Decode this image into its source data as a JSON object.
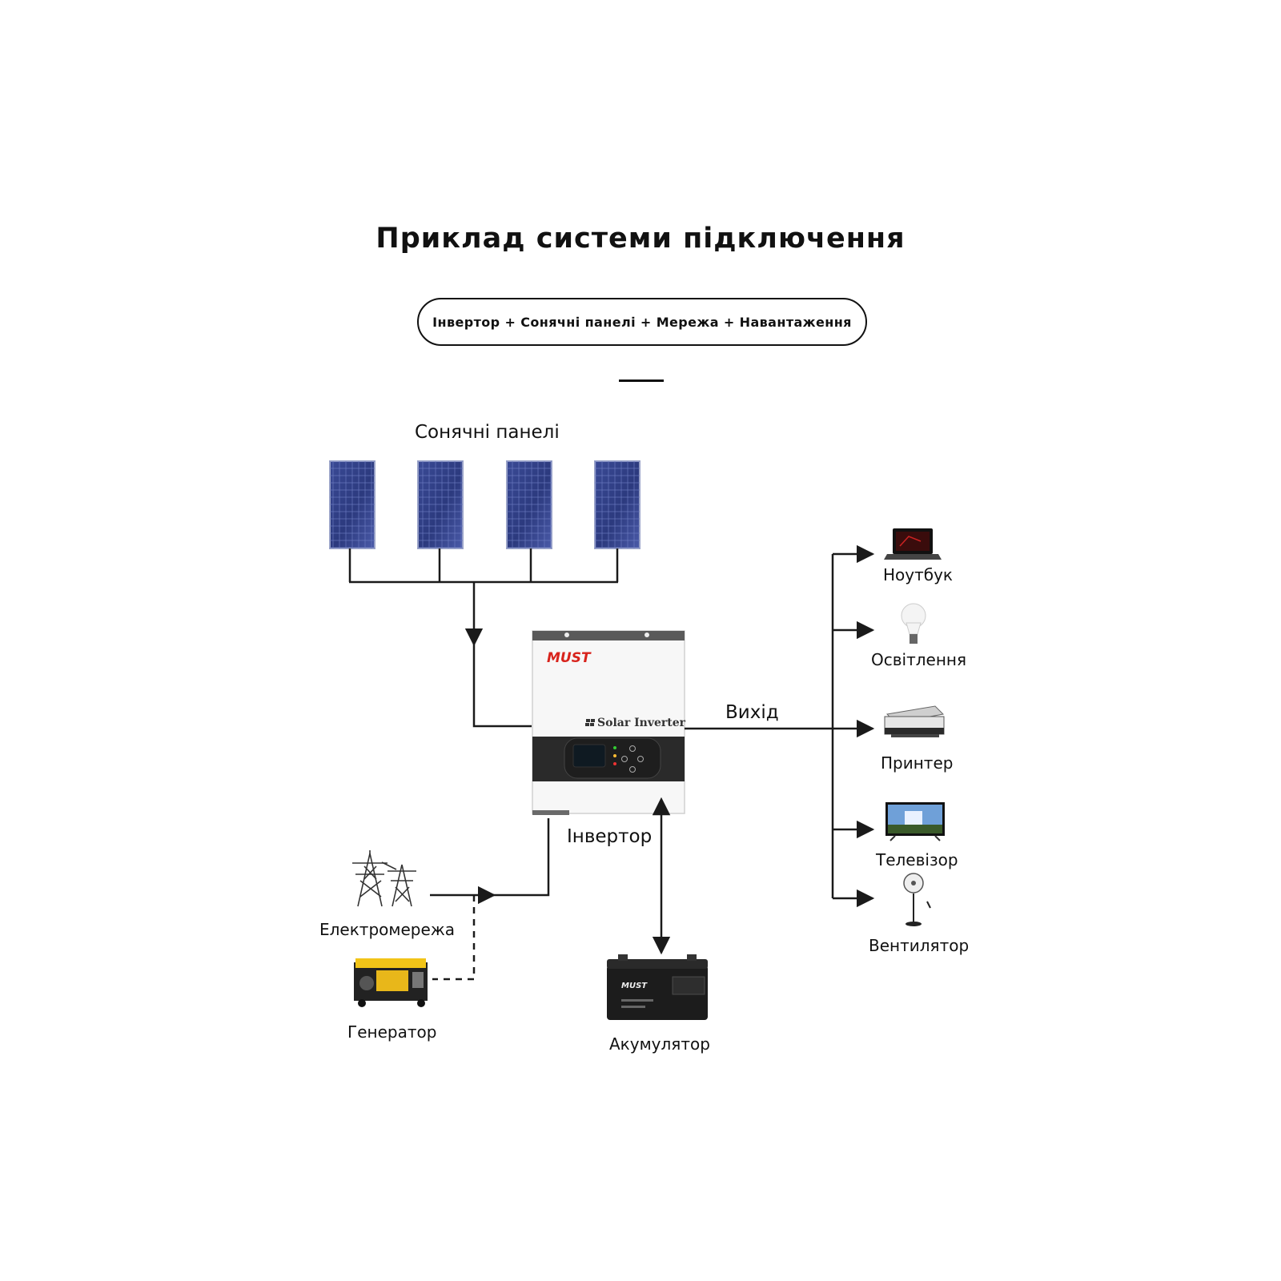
{
  "header": {
    "title": "Приклад системи підключення",
    "subtitle": "Інвертор + Сонячні панелі + Мережа + Навантаження"
  },
  "labels": {
    "solar_panels": "Сонячні панелі",
    "inverter": "Інвертор",
    "output": "Вихід",
    "grid": "Електромережа",
    "generator": "Генератор",
    "battery": "Акумулятор"
  },
  "loads": [
    {
      "label": "Ноутбук",
      "icon": "laptop-icon"
    },
    {
      "label": "Освітлення",
      "icon": "light-bulb-icon"
    },
    {
      "label": "Принтер",
      "icon": "printer-icon"
    },
    {
      "label": "Телевізор",
      "icon": "tv-icon"
    },
    {
      "label": "Вентилятор",
      "icon": "fan-icon"
    }
  ],
  "inverter_device": {
    "brand": "MUST",
    "model_text": "Solar Inverter"
  },
  "battery_device": {
    "brand": "MUST"
  },
  "colors": {
    "line": "#1a1a1a",
    "panel_blue": "#2f3f86",
    "brand_red": "#d8231c",
    "inverter_dark": "#2a2a2a"
  }
}
